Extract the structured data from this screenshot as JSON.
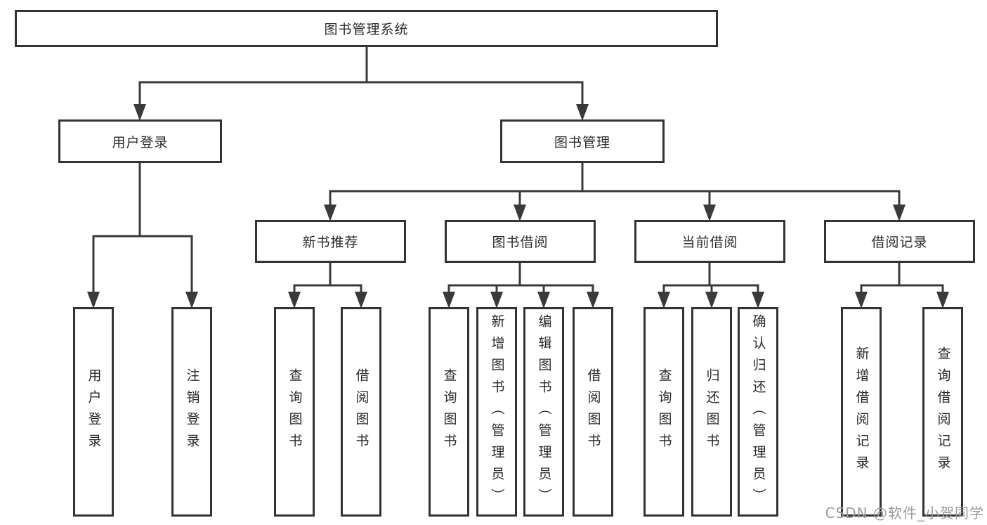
{
  "diagram": {
    "root": "图书管理系统",
    "login": {
      "label": "用户登录",
      "children": [
        "用户登录",
        "注销登录"
      ]
    },
    "management": {
      "label": "图书管理",
      "sections": [
        {
          "label": "新书推荐",
          "children": [
            "查询图书",
            "借阅图书"
          ]
        },
        {
          "label": "图书借阅",
          "children": [
            "查询图书",
            "新增图书（管理员）",
            "编辑图书（管理员）",
            "借阅图书"
          ]
        },
        {
          "label": "当前借阅",
          "children": [
            "查询图书",
            "归还图书",
            "确认归还（管理员）"
          ]
        },
        {
          "label": "借阅记录",
          "children": [
            "新增借阅记录",
            "查询借阅记录"
          ]
        }
      ]
    },
    "watermark": "CSDN @软件_小贺同学"
  }
}
